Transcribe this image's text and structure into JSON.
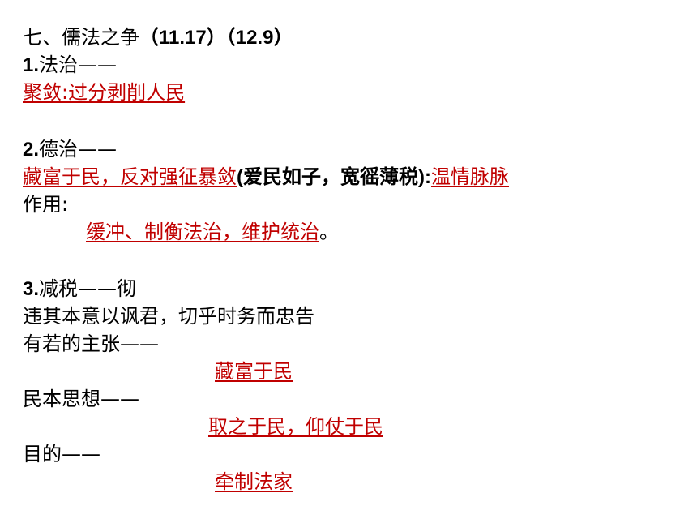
{
  "title": {
    "text": "七、儒法之争",
    "ref1": "（11.17）",
    "ref2": "（12.9）"
  },
  "sections": {
    "fazhi": {
      "num": "1.",
      "heading": "法治——",
      "red": "聚敛:过分剥削人民"
    },
    "dezhi": {
      "num": "2.",
      "heading": "德治——",
      "red_a": "藏富于民，反对强征暴敛",
      "black_b": "(爱民如子，宽徭薄税):",
      "red_c": "温情脉脉",
      "effect_label": "作用:",
      "effect_red": "缓冲、制衡法治，维护统治",
      "effect_end": "。"
    },
    "jianshui": {
      "num": "3.",
      "heading": "减税——彻",
      "line1": "违其本意以讽君，切乎时务而忠告",
      "line2": "有若的主张——",
      "answer1": "藏富于民",
      "line3": "民本思想——",
      "answer2": "取之于民，仰仗于民",
      "line4": "目的——",
      "answer3": "牵制法家"
    }
  },
  "colors": {
    "text": "#000000",
    "highlight": "#c00000",
    "background": "#ffffff"
  }
}
